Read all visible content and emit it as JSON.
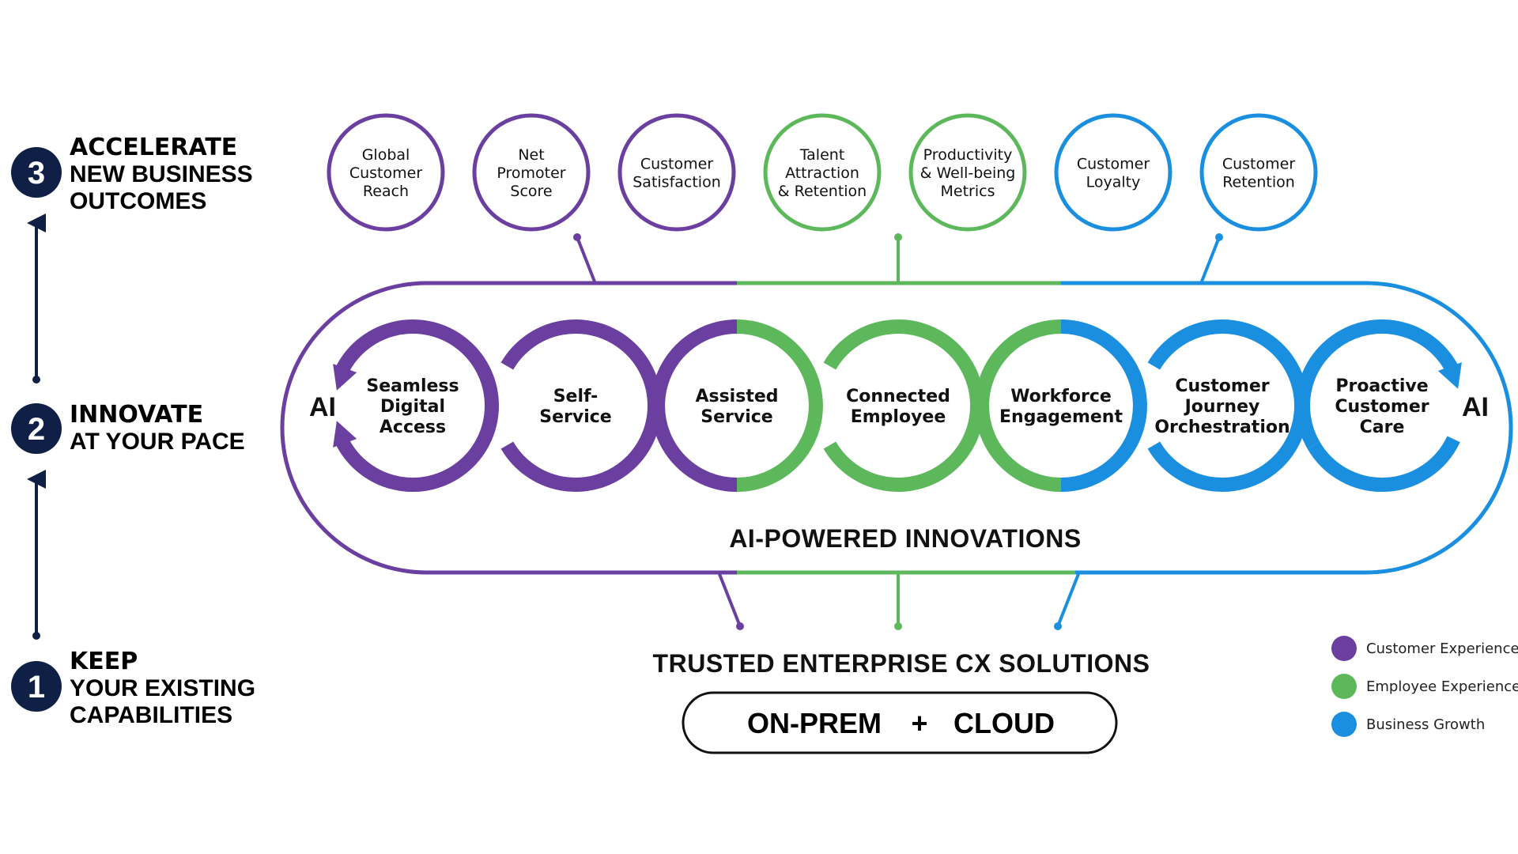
{
  "colors": {
    "customer_experience": "#6A3FA0",
    "employee_experience": "#5DB85C",
    "business_growth": "#1A8FE0",
    "dark_navy": "#0F1F45"
  },
  "stages": [
    {
      "number": "3",
      "line1": "ACCELERATE",
      "line2": "NEW BUSINESS",
      "line3": "OUTCOMES"
    },
    {
      "number": "2",
      "line1": "INNOVATE",
      "line2": "AT YOUR PACE",
      "line3": ""
    },
    {
      "number": "1",
      "line1": "KEEP",
      "line2": "YOUR EXISTING",
      "line3": "CAPABILITIES"
    }
  ],
  "outcomes": [
    {
      "lines": [
        "Global",
        "Customer",
        "Reach"
      ],
      "category": "customer_experience"
    },
    {
      "lines": [
        "Net",
        "Promoter",
        "Score"
      ],
      "category": "customer_experience"
    },
    {
      "lines": [
        "Customer",
        "Satisfaction"
      ],
      "category": "customer_experience"
    },
    {
      "lines": [
        "Talent",
        "Attraction",
        "& Retention"
      ],
      "category": "employee_experience"
    },
    {
      "lines": [
        "Productivity",
        "& Well-being",
        "Metrics"
      ],
      "category": "employee_experience"
    },
    {
      "lines": [
        "Customer",
        "Loyalty"
      ],
      "category": "business_growth"
    },
    {
      "lines": [
        "Customer",
        "Retention"
      ],
      "category": "business_growth"
    }
  ],
  "innovations": [
    {
      "lines": [
        "Seamless",
        "Digital",
        "Access"
      ]
    },
    {
      "lines": [
        "Self-",
        "Service"
      ]
    },
    {
      "lines": [
        "Assisted",
        "Service"
      ]
    },
    {
      "lines": [
        "Connected",
        "Employee"
      ]
    },
    {
      "lines": [
        "Workforce",
        "Engagement"
      ]
    },
    {
      "lines": [
        "Customer",
        "Journey",
        "Orchestration"
      ]
    },
    {
      "lines": [
        "Proactive",
        "Customer",
        "Care"
      ]
    }
  ],
  "ai_left": "AI",
  "ai_right": "AI",
  "innovations_title": "AI-POWERED INNOVATIONS",
  "foundation_title": "TRUSTED ENTERPRISE CX SOLUTIONS",
  "foundation_box": {
    "left": "ON-PREM",
    "plus": "+",
    "right": "CLOUD"
  },
  "legend": [
    {
      "label": "Customer Experience",
      "category": "customer_experience"
    },
    {
      "label": "Employee Experience",
      "category": "employee_experience"
    },
    {
      "label": "Business Growth",
      "category": "business_growth"
    }
  ]
}
